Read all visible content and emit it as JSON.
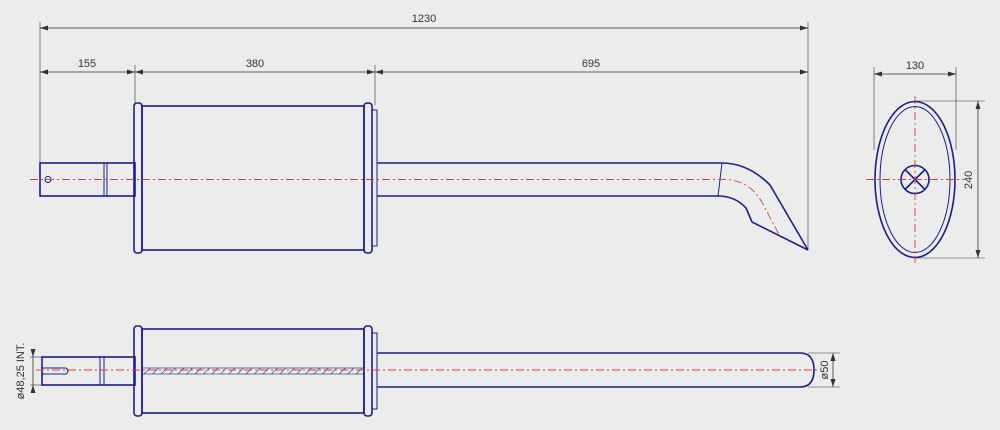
{
  "dimensions": {
    "overall_length": "1230",
    "inlet_length": "155",
    "box_length": "380",
    "tail_length": "695",
    "oval_width": "130",
    "oval_height": "240",
    "inlet_diameter": "ø48,25 INT.",
    "outlet_diameter": "ø50"
  },
  "colors": {
    "outline": "#1a1f8a",
    "centerline": "#e03a3a",
    "dimension": "#333333",
    "background": "#ececec"
  }
}
